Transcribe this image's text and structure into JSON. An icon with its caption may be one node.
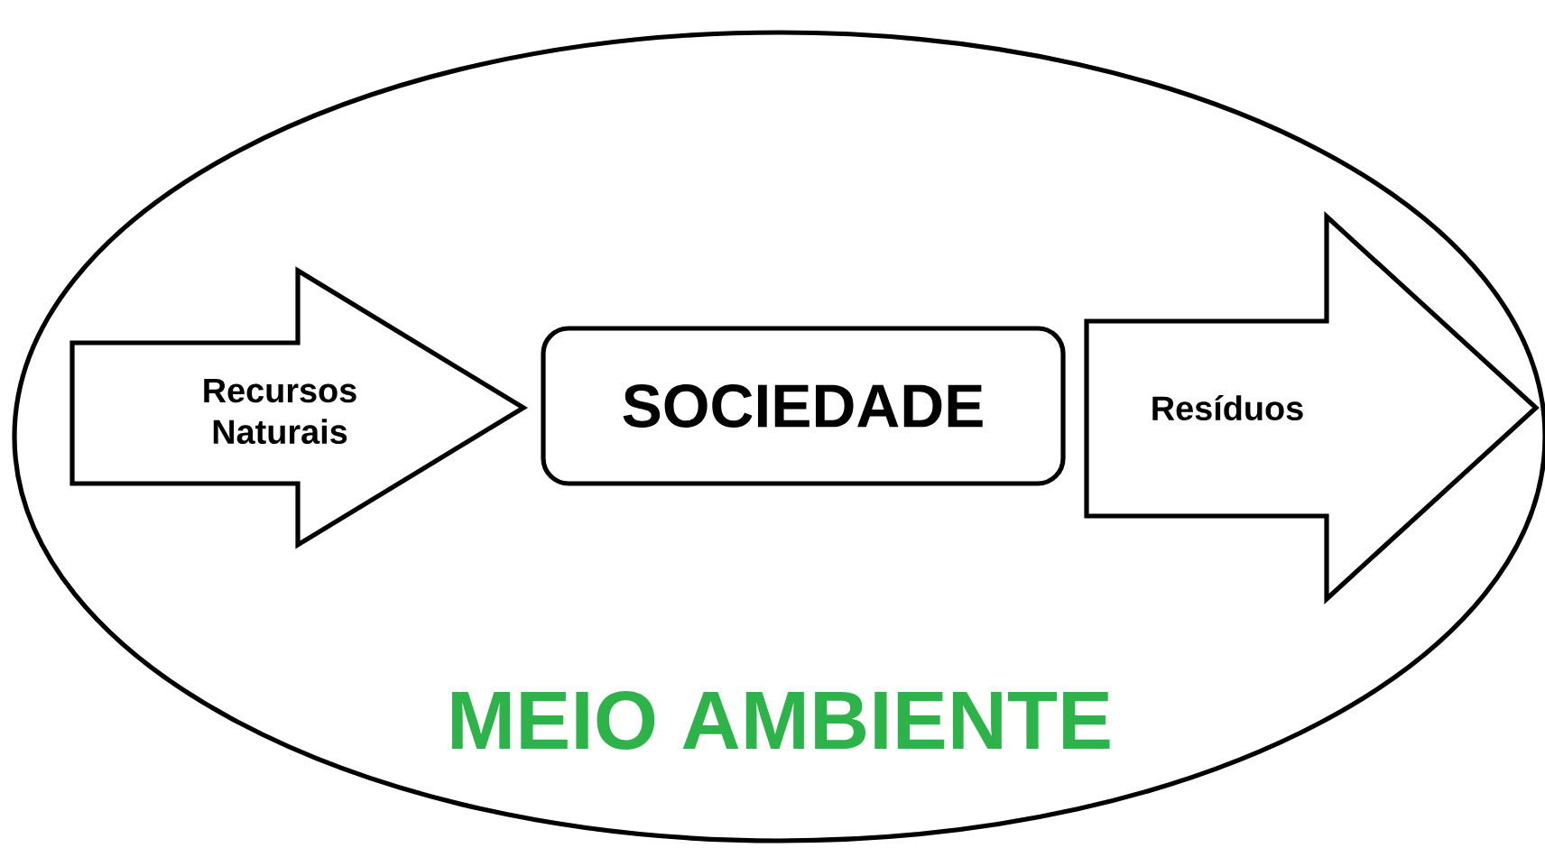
{
  "diagram": {
    "nodes": [
      {
        "text": [
          "MEIO AMBIENTE"
        ]
      },
      {
        "text": [
          "Recursos Naturais"
        ],
        "in": 0
      },
      {
        "text": [
          "SOCIEDADE"
        ],
        "in": 0
      },
      {
        "text": [
          "Resíduos"
        ]
      }
    ]
  }
}
